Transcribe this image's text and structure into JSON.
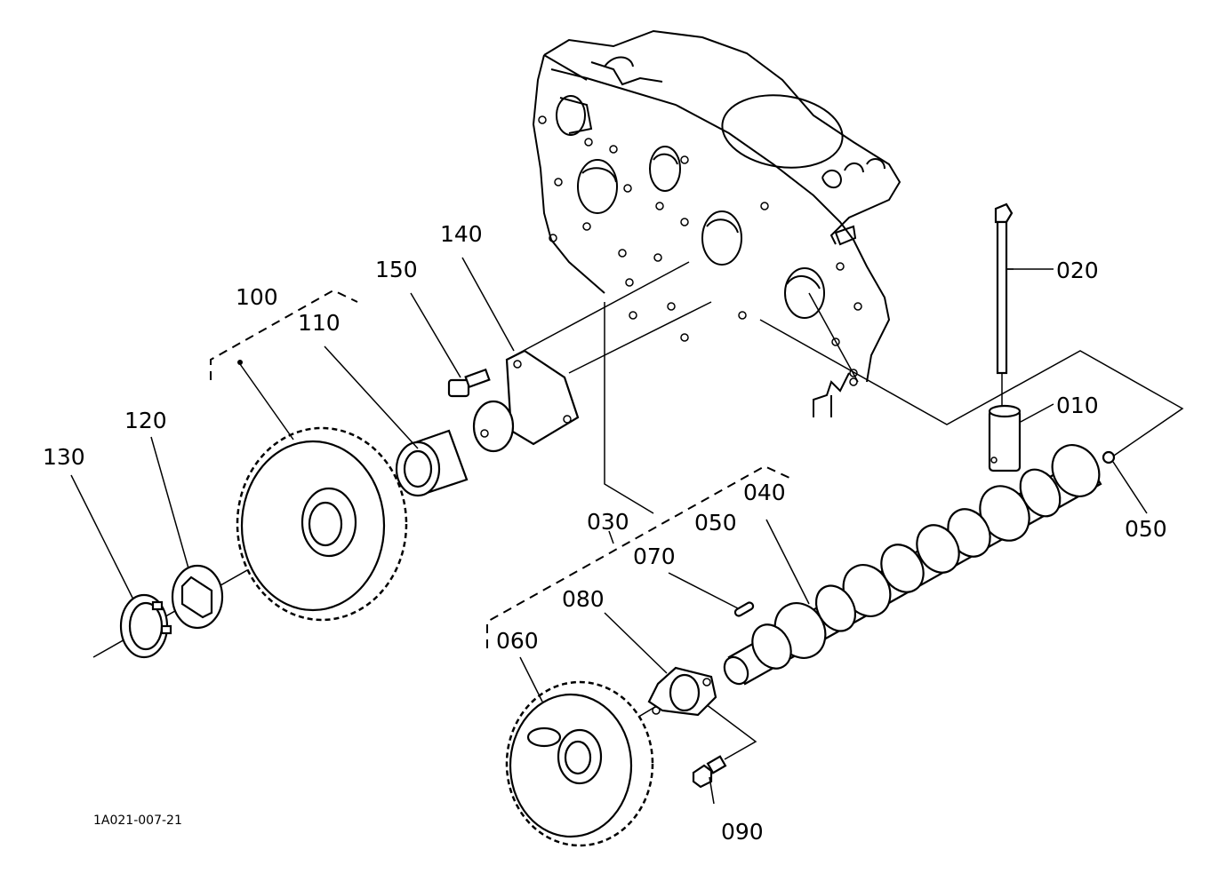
{
  "figure_code": "1A021-007-21",
  "labels": {
    "p010": "010",
    "p020": "020",
    "p030": "030",
    "p040": "040",
    "p050a": "050",
    "p050b": "050",
    "p060": "060",
    "p070": "070",
    "p080": "080",
    "p090": "090",
    "p100": "100",
    "p110": "110",
    "p120": "120",
    "p130": "130",
    "p140": "140",
    "p150": "150"
  }
}
